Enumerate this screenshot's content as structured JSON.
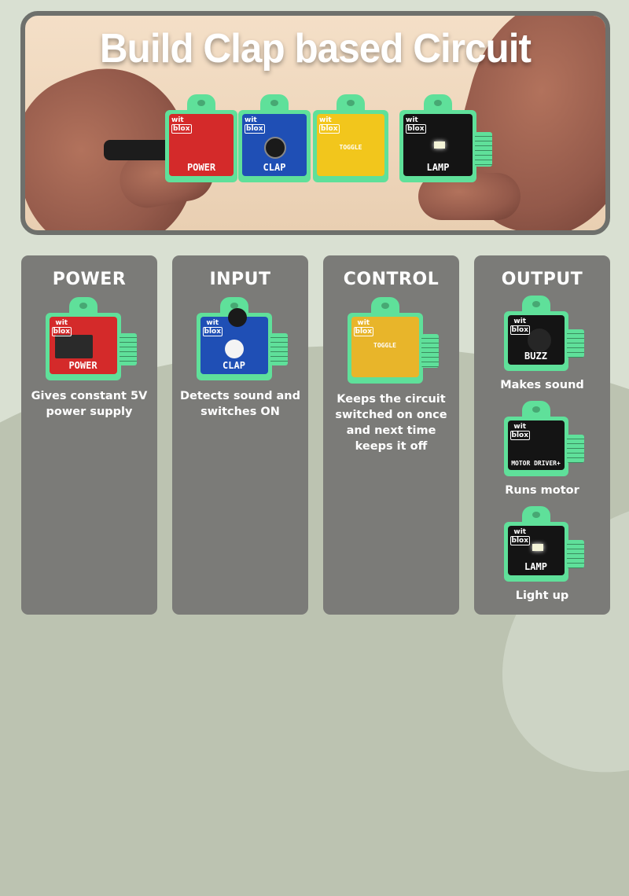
{
  "hero": {
    "title": "Build Clap based Circuit",
    "modules": [
      {
        "label": "POWER",
        "color": "#d42a2a"
      },
      {
        "label": "CLAP",
        "color": "#1f4fb5"
      },
      {
        "label": "TOGGLE",
        "color": "#f2c61c"
      },
      {
        "label": "LAMP",
        "color": "#141414"
      }
    ]
  },
  "brand": {
    "logo_top": "wit",
    "logo_bottom": "blox",
    "accent": "#5fe09a"
  },
  "panels": [
    {
      "title": "POWER",
      "items": [
        {
          "module": "POWER",
          "color": "#d42a2a",
          "desc": "Gives constant 5V power supply"
        }
      ]
    },
    {
      "title": "INPUT",
      "items": [
        {
          "module": "CLAP",
          "color": "#1f4fb5",
          "desc": "Detects sound and switches ON"
        }
      ]
    },
    {
      "title": "CONTROL",
      "items": [
        {
          "module": "TOGGLE",
          "color": "#e8b52a",
          "desc": "Keeps the circuit switched on once and next time keeps it off"
        }
      ]
    },
    {
      "title": "OUTPUT",
      "items": [
        {
          "module": "BUZZ",
          "color": "#141414",
          "desc": "Makes sound"
        },
        {
          "module": "MOTOR DRIVER+",
          "color": "#141414",
          "desc": "Runs motor"
        },
        {
          "module": "LAMP",
          "color": "#141414",
          "desc": "Light up"
        }
      ]
    }
  ]
}
